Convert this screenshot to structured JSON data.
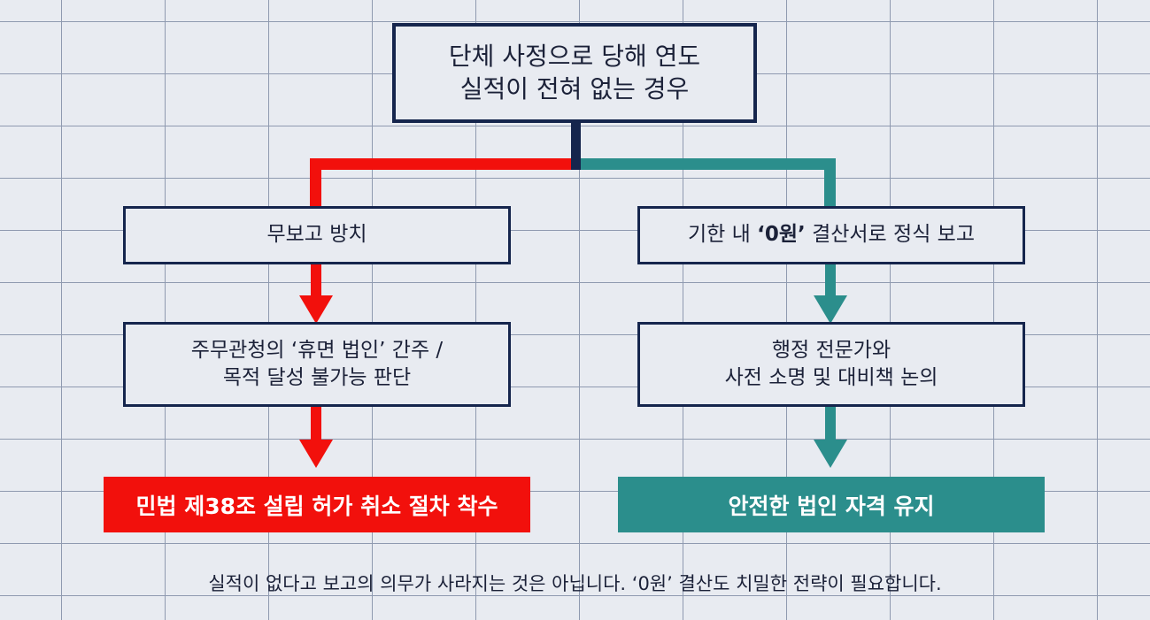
{
  "top_box": {
    "line1": "단체 사정으로 당해 연도",
    "line2": "실적이 전혀 없는 경우"
  },
  "left_branch": {
    "step1": "무보고 방치",
    "step2_line1": "주무관청의 ‘휴면 법인’ 간주 /",
    "step2_line2": "목적 달성 불가능 판단",
    "result": "민법 제38조 설립 허가 취소 절차 착수",
    "color": "#f2100c"
  },
  "right_branch": {
    "step1_before": "기한 내 ",
    "step1_bold": "‘0원’",
    "step1_after": " 결산서로 정식 보고",
    "step2_line1": "행정 전문가와",
    "step2_line2": "사전 소명 및 대비책 논의",
    "result": "안전한 법인 자격 유지",
    "color": "#2b8e8c"
  },
  "footer": "실적이 없다고 보고의 의무가 사라지는 것은 아닙니다. ‘0원’ 결산도 치밀한 전략이 필요합니다.",
  "colors": {
    "navy": "#15254d",
    "background": "#e8ebf1"
  }
}
